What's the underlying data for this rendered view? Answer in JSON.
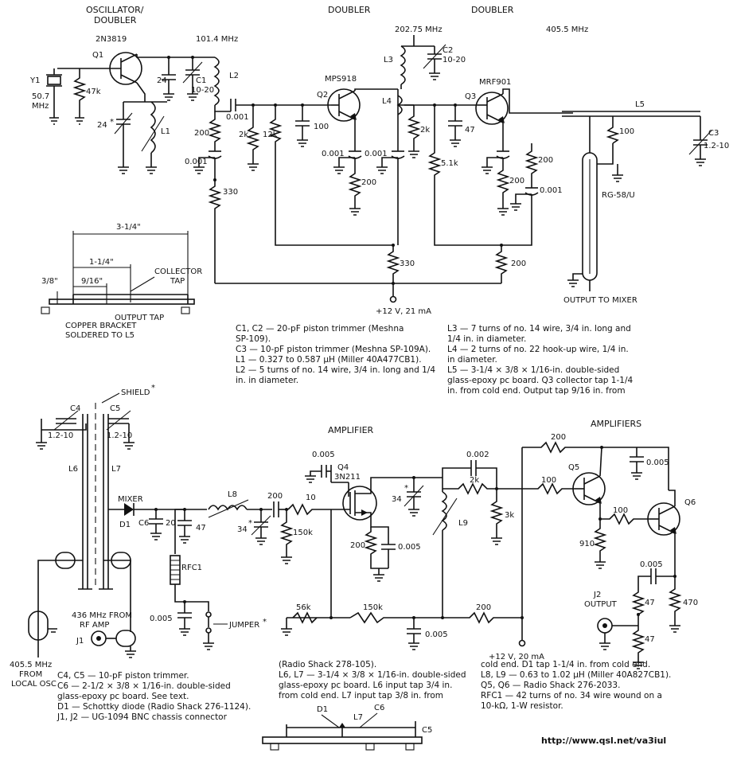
{
  "header": {
    "osc_line1": "OSCILLATOR/",
    "osc_line2": "DOUBLER",
    "doubler1": "DOUBLER",
    "doubler2": "DOUBLER",
    "amplifier": "AMPLIFIER",
    "amplifiers": "AMPLIFIERS"
  },
  "top": {
    "q1": "Q1",
    "q1_part": "2N3819",
    "y1": "Y1",
    "y1_freq1": "50.7",
    "y1_freq2": "MHz",
    "r47k": "47k",
    "c24": "24",
    "c24_trim": "24",
    "asterisk": "*",
    "c1": "C1",
    "c1_val": "10-20",
    "l1": "L1",
    "l2": "L2",
    "f1014": "101.4 MHz",
    "q2_part": "MPS918",
    "q2": "Q2",
    "c_001a": "0.001",
    "r2k_a": "2k",
    "r12k": "12k",
    "c100": "100",
    "r200_a": "200",
    "c_001b": "0.001",
    "c_001c": "0.001",
    "c_001d": "0.001",
    "r330_a": "330",
    "r200_b": "200",
    "r330_b": "330",
    "f20275": "202.75 MHz",
    "l3": "L3",
    "c2": "C2",
    "c2_val": "10-20",
    "l4": "L4",
    "r2k_b": "2k",
    "q3_part": "MRF901",
    "q3": "Q3",
    "c47": "47",
    "r5_1k": "5.1k",
    "r200_c": "200",
    "c_001e": "0.001",
    "r200_d": "200",
    "r200_e": "200",
    "f4055": "405.5 MHz",
    "l5": "L5",
    "r100": "100",
    "c3": "C3",
    "c3_val": "1.2-10",
    "rg": "RG-58/U",
    "supply": "+12 V, 21 mA",
    "out_mixer": "OUTPUT TO MIXER"
  },
  "bracket": {
    "dim_3_1_4": "3-1/4\"",
    "dim_1_1_4": "1-1/4\"",
    "dim_9_16": "9/16\"",
    "dim_3_8": "3/8\"",
    "collector_tap1": "COLLECTOR",
    "collector_tap2": "TAP",
    "output_tap": "OUTPUT TAP",
    "copper1": "COPPER BRACKET",
    "copper2": "SOLDERED TO L5"
  },
  "notes_top_left": [
    "C1, C2 — 20-pF piston trimmer (Meshna",
    "     SP-109).",
    "C3 — 10-pF piston trimmer (Meshna SP-109A).",
    "L1 — 0.327 to 0.587 µH (Miller 40A477CB1).",
    "L2 — 5 turns of no. 14 wire, 3/4 in. long and 1/4",
    "     in. in diameter."
  ],
  "notes_top_right": [
    "L3 — 7 turns of no. 14 wire, 3/4 in. long and",
    "     1/4 in. in diameter.",
    "L4 — 2 turns of no. 22 hook-up wire, 1/4 in.",
    "     in diameter.",
    "L5 — 3-1/4 × 3/8 × 1/16-in. double-sided",
    "     glass-epoxy pc board. Q3 collector tap 1-1/4",
    "     in. from cold end. Output tap 9/16 in. from"
  ],
  "bottom": {
    "shield": "SHIELD",
    "c4": "C4",
    "c5": "C5",
    "c4_val": "1.2-10",
    "c5_val": "1.2-10",
    "l6": "L6",
    "l7": "L7",
    "mixer": "MIXER",
    "d1": "D1",
    "c6": "C6",
    "c6_val": "20",
    "c47": "47",
    "l8": "L8",
    "c34a": "34",
    "c200": "200",
    "r10": "10",
    "r150k_a": "150k",
    "rfc1": "RFC1",
    "c005a": "0.005",
    "jumper": "JUMPER",
    "q4": "Q4",
    "q4_part": "3N211",
    "c005b": "0.005",
    "c34b": "34",
    "r200_s": "200",
    "c005c": "0.005",
    "c002": "0.002",
    "r2k": "2k",
    "l9": "L9",
    "r3k": "3k",
    "r56k": "56k",
    "r150k_b": "150k",
    "r200_f": "200",
    "c005d": "0.005",
    "supply": "+12 V, 20 mA",
    "r200_g": "200",
    "c005e": "0.005",
    "r100a": "100",
    "q5": "Q5",
    "r100b": "100",
    "q6": "Q6",
    "r910": "910",
    "c005f": "0.005",
    "j2": "J2",
    "j2_out": "OUTPUT",
    "r47a": "47",
    "r47b": "47",
    "r470": "470",
    "in1": "436 MHz FROM",
    "in2": "RF AMP",
    "j1": "J1",
    "local1": "405.5 MHz",
    "local2": "FROM",
    "local3": "LOCAL OSC"
  },
  "notes_bottom_left": [
    "C4, C5 — 10-pF piston trimmer.",
    "C6 — 2-1/2 × 3/8 × 1/16-in. double-sided",
    "     glass-epoxy pc board. See text.",
    "D1 — Schottky diode (Radio Shack 276-1124).",
    "J1, J2 — UG-1094 BNC chassis connector"
  ],
  "notes_bottom_mid": [
    "(Radio Shack 278-105).",
    "L6, L7 — 3-1/4 × 3/8 × 1/16-in. double-sided",
    "     glass-epoxy pc board. L6 input tap 3/4 in.",
    "     from cold end. L7 input tap 3/8 in. from"
  ],
  "notes_bottom_right": [
    "cold end. D1 tap 1-1/4 in. from cold end.",
    "L8, L9 — 0.63 to 1.02 µH (Miller 40A827CB1).",
    "Q5, Q6 — Radio Shack 276-2033.",
    "RFC1 — 42 turns of no. 34 wire wound on a",
    "     10-kΩ, 1-W resistor."
  ],
  "board_labels": {
    "d1": "D1",
    "l7": "L7",
    "c6": "C6",
    "c5": "C5"
  },
  "url": "http://www.qsl.net/va3iul"
}
